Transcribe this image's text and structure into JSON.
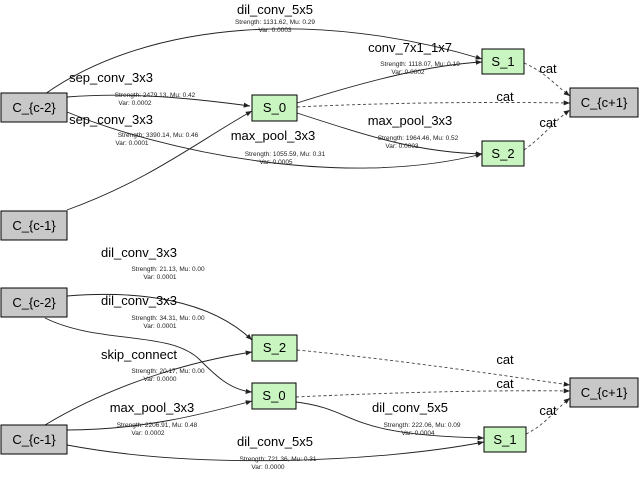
{
  "colors": {
    "input_node": "#c8c8c8",
    "inter_node": "#c8f5c0",
    "output_node": "#c8c8c8",
    "edge": "#222222"
  },
  "cells": [
    {
      "nodes": {
        "c_prev2": "C_{c-2}",
        "c_prev1": "C_{c-1}",
        "s0": "S_0",
        "s1": "S_1",
        "s2": "S_2",
        "c_out": "C_{c+1}"
      },
      "edges": [
        {
          "op": "dil_conv_5x5",
          "stat1": "Strength: 1131.62, Mu: 0.29",
          "stat2": "Var: 0.0003"
        },
        {
          "op": "sep_conv_3x3",
          "stat1": "Strength: 2479.13, Mu: 0.42",
          "stat2": "Var: 0.0002"
        },
        {
          "op": "sep_conv_3x3",
          "stat1": "Strength: 3390.14, Mu: 0.46",
          "stat2": "Var: 0.0001"
        },
        {
          "op": "max_pool_3x3",
          "stat1": "Strength: 1055.59, Mu: 0.31",
          "stat2": "Var: 0.0005"
        },
        {
          "op": "conv_7x1_1x7",
          "stat1": "Strength: 1118.07, Mu: 0.19",
          "stat2": "Var: 0.0002"
        },
        {
          "op": "max_pool_3x3",
          "stat1": "Strength: 1964.46, Mu: 0.52",
          "stat2": "Var: 0.0003"
        }
      ],
      "cat": [
        "cat",
        "cat",
        "cat"
      ]
    },
    {
      "nodes": {
        "c_prev2": "C_{c-2}",
        "c_prev1": "C_{c-1}",
        "s0": "S_0",
        "s1": "S_1",
        "s2": "S_2",
        "c_out": "C_{c+1}"
      },
      "edges": [
        {
          "op": "dil_conv_3x3",
          "stat1": "Strength: 21.13, Mu: 0.00",
          "stat2": "Var: 0.0001"
        },
        {
          "op": "dil_conv_3x3",
          "stat1": "Strength: 34.31, Mu: 0.00",
          "stat2": "Var: 0.0001"
        },
        {
          "op": "skip_connect",
          "stat1": "Strength: 20.17, Mu: 0.00",
          "stat2": "Var: 0.0000"
        },
        {
          "op": "max_pool_3x3",
          "stat1": "Strength: 2206.91, Mu: 0.48",
          "stat2": "Var: 0.0002"
        },
        {
          "op": "dil_conv_5x5",
          "stat1": "Strength: 721.36, Mu: 0.31",
          "stat2": "Var: 0.0000"
        },
        {
          "op": "dil_conv_5x5",
          "stat1": "Strength: 222.06, Mu: 0.09",
          "stat2": "Var: 0.0004"
        }
      ],
      "cat": [
        "cat",
        "cat",
        "cat"
      ]
    }
  ]
}
